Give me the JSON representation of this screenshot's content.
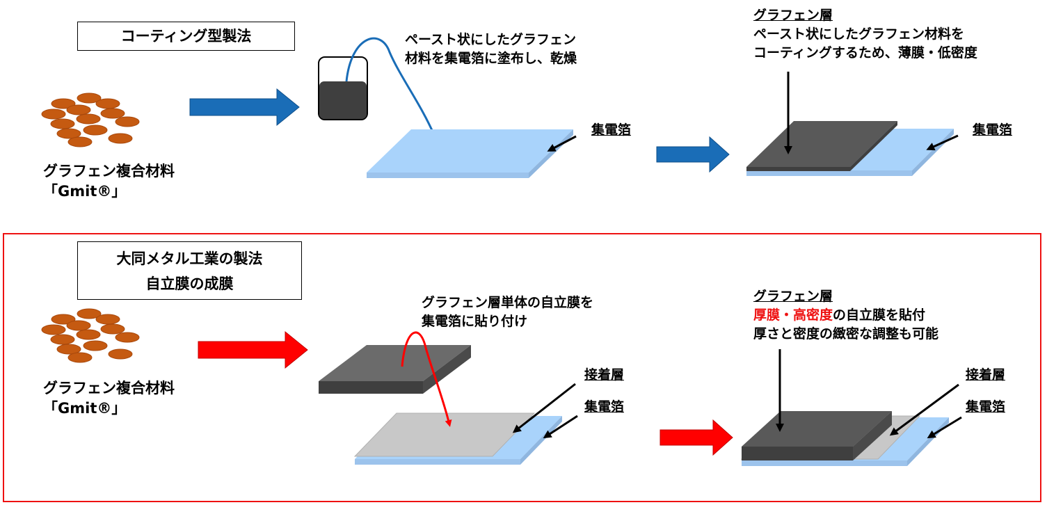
{
  "top_section": {
    "title": "コーティング型製法",
    "material_line1": "グラフェン複合材料",
    "material_line2": "「Gmit®」",
    "process_line1": "ペースト状にしたグラフェン",
    "process_line2": "材料を集電箔に塗布し、乾燥",
    "foil_label_1": "集電箔",
    "result_title": "グラフェン層",
    "result_line1": "ペースト状にしたグラフェン材料を",
    "result_line2": "コーティングするため、薄膜・低密度",
    "foil_label_2": "集電箔"
  },
  "bottom_section": {
    "title_line1": "大同メタル工業の製法",
    "title_line2": "自立膜の成膜",
    "material_line1": "グラフェン複合材料",
    "material_line2": "「Gmit®」",
    "process_line1": "グラフェン層単体の自立膜を",
    "process_line2": "集電箔に貼り付け",
    "adhesive_label_1": "接着層",
    "foil_label_1": "集電箔",
    "result_title": "グラフェン層",
    "result_line1_red": "厚膜・高密度",
    "result_line1_rest": "の自立膜を貼付",
    "result_line2": "厚さと密度の緻密な調整も可能",
    "adhesive_label_2": "接着層",
    "foil_label_2": "集電箔"
  },
  "colors": {
    "flake": "#c55a11",
    "foil_top": "#a9d3fb",
    "foil_side": "#9cc3ec",
    "graphene_top": "#595959",
    "graphene_side": "#3f3f3f",
    "adhesive": "#c8c8c8",
    "blue_arrow": "#1a6db7",
    "red_arrow": "#ff0000",
    "frame": "#ee1111"
  }
}
